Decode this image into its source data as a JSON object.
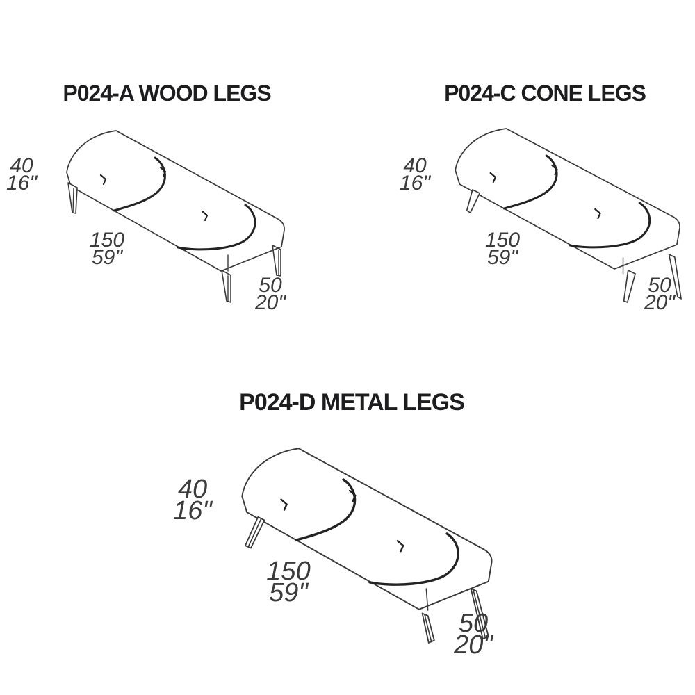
{
  "colors": {
    "background": "#ffffff",
    "line": "#3a3a3a",
    "seam": "#232323",
    "title": "#1d1d1f",
    "text": "#3b3b3b"
  },
  "figures": [
    {
      "title": "P024-A WOOD LEGS",
      "leg_style": "wood",
      "dimensions": {
        "height": {
          "cm": "40",
          "in": "16\""
        },
        "length": {
          "cm": "150",
          "in": "59\""
        },
        "depth": {
          "cm": "50",
          "in": "20\""
        }
      }
    },
    {
      "title": "P024-C CONE LEGS",
      "leg_style": "cone",
      "dimensions": {
        "height": {
          "cm": "40",
          "in": "16\""
        },
        "length": {
          "cm": "150",
          "in": "59\""
        },
        "depth": {
          "cm": "50",
          "in": "20\""
        }
      }
    },
    {
      "title": "P024-D METAL LEGS",
      "leg_style": "metal",
      "dimensions": {
        "height": {
          "cm": "40",
          "in": "16\""
        },
        "length": {
          "cm": "150",
          "in": "59\""
        },
        "depth": {
          "cm": "50",
          "in": "20\""
        }
      }
    }
  ]
}
